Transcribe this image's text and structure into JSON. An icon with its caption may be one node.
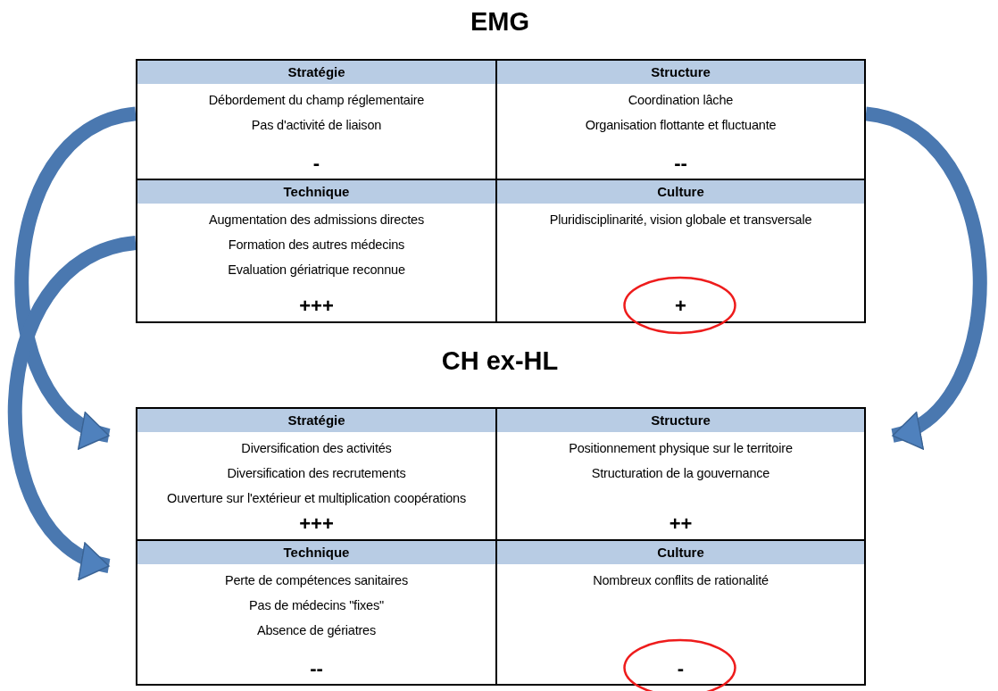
{
  "diagram": {
    "nodes": [
      {
        "text": [
          "EMG"
        ]
      },
      {
        "text": [
          "Stratégie",
          "Débordement du champ réglementaire",
          "Pas d'activité de liaison",
          "-"
        ],
        "in": 0
      },
      {
        "text": [
          "Structure",
          "Coordination lâche",
          "Organisation flottante et fluctuante",
          "--"
        ],
        "in": 0
      },
      {
        "text": [
          "Technique",
          "Augmentation des admissions directes",
          "Formation des autres médecins",
          "Evaluation gériatrique reconnue",
          "+++"
        ],
        "in": 0
      },
      {
        "text": [
          "Culture",
          "Pluridisciplinarité, vision globale et transversale",
          "+"
        ],
        "in": 0
      },
      {
        "text": [
          "CH ex-HL"
        ]
      },
      {
        "text": [
          "Stratégie",
          "Diversification des activités",
          "Diversification des recrutements",
          "Ouverture sur l'extérieur et multiplication coopérations",
          "+++"
        ],
        "in": 5
      },
      {
        "text": [
          "Structure",
          "Positionnement physique sur le territoire",
          "Structuration de la gouvernance",
          "++"
        ],
        "in": 5
      },
      {
        "text": [
          "Technique",
          "Perte de compétences sanitaires",
          "Pas de médecins \"fixes\"",
          "Absence de gériatres",
          "--"
        ],
        "in": 5
      },
      {
        "text": [
          "Culture",
          "Nombreux conflits de rationalité",
          "-"
        ],
        "in": 5
      }
    ],
    "edges": [
      {
        "from": 1,
        "to": 6,
        "arrow": "to"
      },
      {
        "from": 3,
        "to": 8,
        "arrow": "to"
      },
      {
        "from": 2,
        "to": 7,
        "arrow": "to"
      }
    ]
  }
}
